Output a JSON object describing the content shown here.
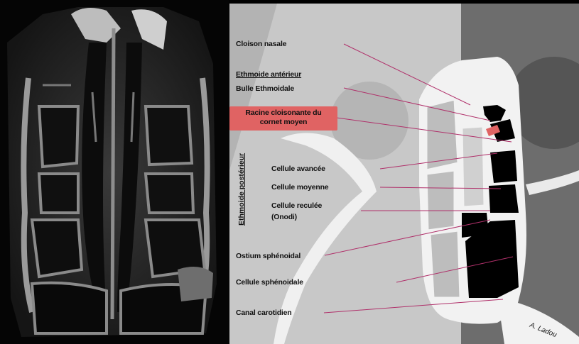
{
  "colors": {
    "highlight": "#e06363",
    "leader_line": "#b0306a",
    "panel_gray": "#c8c8c8"
  },
  "labels": {
    "cloison_nasale": "Cloison nasale",
    "ethmoide_anterieur": "Ethmoide antérieur",
    "bulle_ethmoidale": "Bulle Ethmoidale",
    "racine_line1": "Racine cloisonante du",
    "racine_line2": "cornet moyen",
    "ethmoide_posterieur": "Ethmoide postérieur",
    "cellule_avancee": "Cellule avancée",
    "cellule_moyenne": "Cellule moyenne",
    "cellule_reculee_line1": "Cellule reculée",
    "cellule_reculee_line2": "(Onodi)",
    "ostium_sphenoidal": "Ostium sphénoidal",
    "cellule_sphenoidale": "Cellule sphénoidale",
    "canal_carotidien": "Canal carotidien"
  },
  "credit": "A. Ladou"
}
